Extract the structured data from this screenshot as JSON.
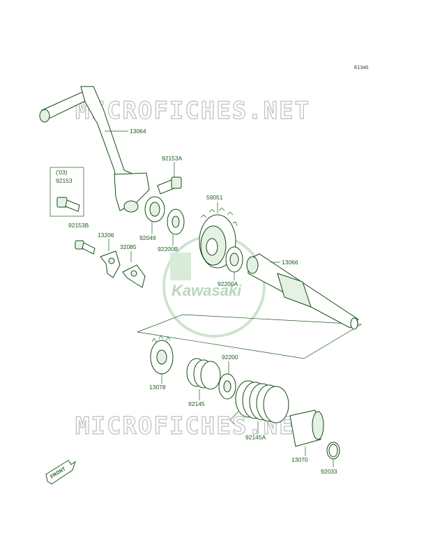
{
  "diagram_code": "E1340",
  "watermark_text": "MICROFICHES.NET",
  "logo_text": "Kawasaki",
  "front_label": "FRONT",
  "year_note": "('03)",
  "parts": {
    "kick_pedal": "13064",
    "bolt_a": "92153A",
    "bolt_year": "92153",
    "bolt_b": "92153B",
    "plate": "13206",
    "holder": "32085",
    "oil_seal": "92049",
    "washer_b": "92200B",
    "kick_gear": "59051",
    "washer_a": "92200A",
    "kick_shaft": "13066",
    "ratchet_gear": "13078",
    "spring_small": "92145",
    "washer": "92200",
    "spring_large": "92145A",
    "guide": "13070",
    "circlip": "92033"
  },
  "colors": {
    "accent": "#1a5c1a",
    "watermark": "#c6c6c6",
    "logo": "#b9d8b9"
  }
}
